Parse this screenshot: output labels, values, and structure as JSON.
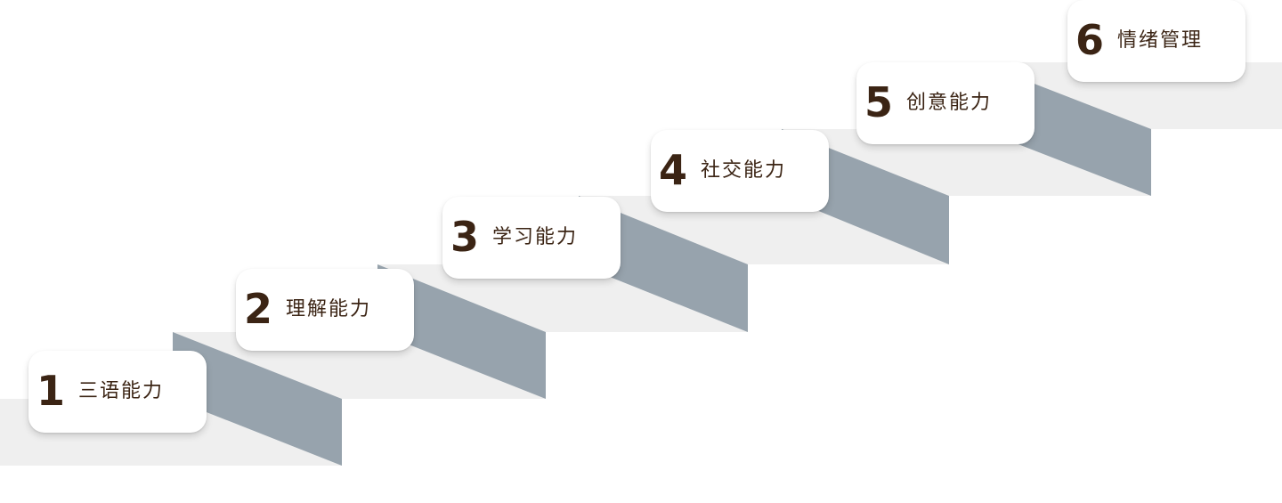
{
  "colors": {
    "tread": "#efefef",
    "riser": "#97a3ad",
    "card": "#ffffff",
    "text": "#3b2414"
  },
  "steps": [
    {
      "number": "1",
      "label": "三语能力"
    },
    {
      "number": "2",
      "label": "理解能力"
    },
    {
      "number": "3",
      "label": "学习能力"
    },
    {
      "number": "4",
      "label": "社交能力"
    },
    {
      "number": "5",
      "label": "创意能力"
    },
    {
      "number": "6",
      "label": "情绪管理"
    }
  ]
}
